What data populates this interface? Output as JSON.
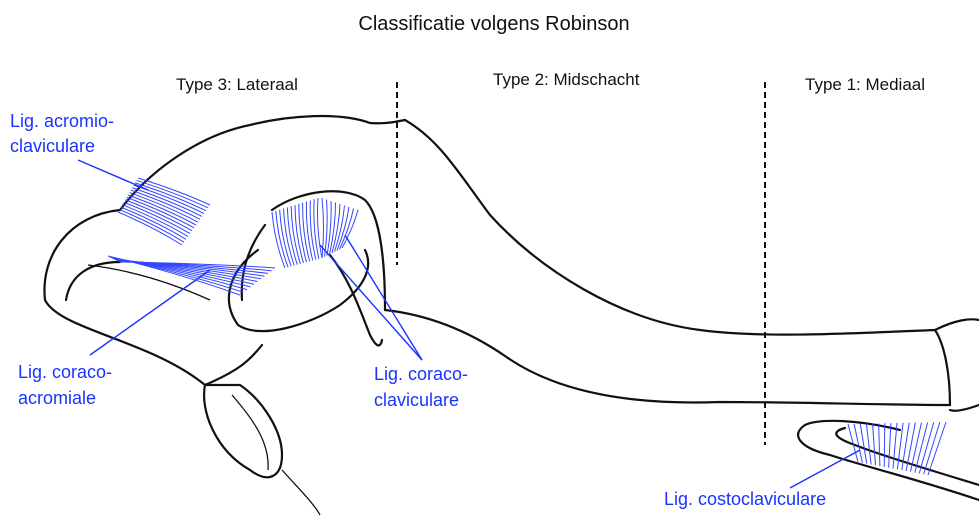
{
  "title": "Classificatie volgens Robinson",
  "types": [
    {
      "label": "Type 3: Lateraal"
    },
    {
      "label": "Type 2: Midschacht"
    },
    {
      "label": "Type 1: Mediaal"
    }
  ],
  "ligaments": {
    "acromioclaviculare": {
      "line1": "Lig. acromio-",
      "line2": "claviculare"
    },
    "coracoacromiale": {
      "line1": "Lig. coraco-",
      "line2": "acromiale"
    },
    "coracoclaviculare": {
      "line1": "Lig. coraco-",
      "line2": "claviculare"
    },
    "costoclaviculare": {
      "line1": "Lig. costoclaviculare"
    }
  },
  "colors": {
    "ligament": "#1a33ff",
    "ligament_fiber": "#3346ff",
    "outline": "#111111",
    "background": "#ffffff"
  }
}
